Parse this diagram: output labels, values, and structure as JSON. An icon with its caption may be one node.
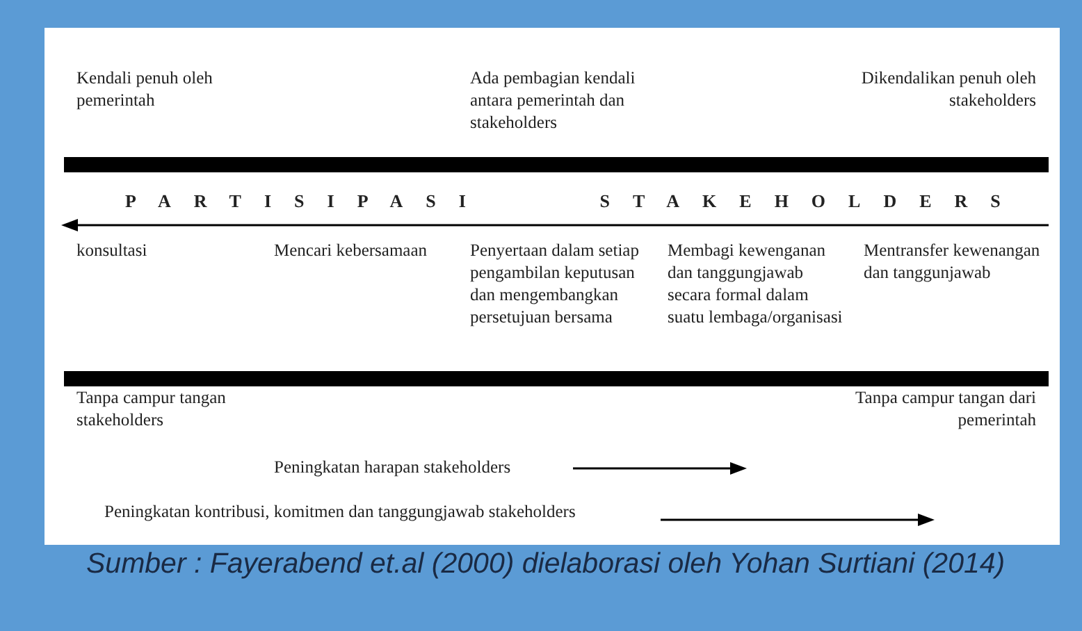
{
  "diagram": {
    "caption": "Sumber : Fayerabend et.al (2000) dielaborasi oleh Yohan Surtiani (2014)",
    "labels": [
      "Kendali penuh oleh pemerintah",
      "Ada pembagian kendali antara pemerintah dan stakeholders",
      "Dikendalikan penuh oleh stakeholders",
      "PARTISIPASI STAKEHOLDERS",
      "konsultasi",
      "Mencari kebersamaan",
      "Penyertaan dalam setiap pengambilan keputusan dan mengembangkan persetujuan bersama",
      "Membagi kewenganan dan tanggungjawab secara formal dalam suatu lembaga/organisasi",
      "Mentransfer kewenangan dan tanggunjawab",
      "Tanpa campur tangan stakeholders",
      "Tanpa campur tangan dari pemerintah",
      "Peningkatan harapan stakeholders",
      "Peningkatan kontribusi, komitmen dan tanggungjawab stakeholders"
    ]
  }
}
